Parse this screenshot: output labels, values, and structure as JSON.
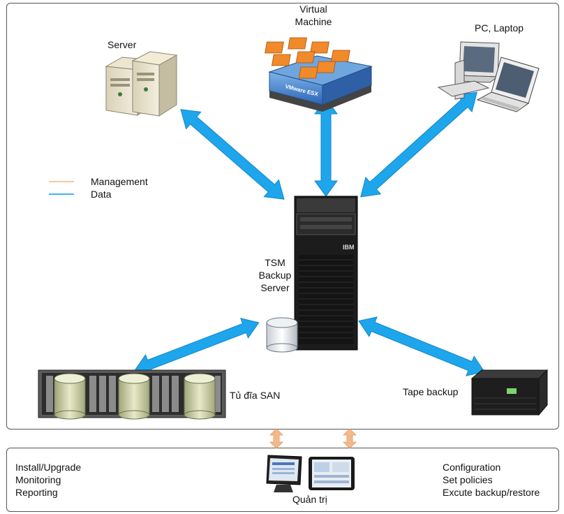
{
  "labels": {
    "virtual_machine": [
      "Virtual",
      "Machine"
    ],
    "server": "Server",
    "pc_laptop": "PC, Laptop",
    "tsm": [
      "TSM",
      "Backup",
      "Server"
    ],
    "san": "Tủ đĩa SAN",
    "tape": "Tape backup",
    "admin": "Quản trị"
  },
  "legend": [
    {
      "label": "Management",
      "color": "#f5c9a0"
    },
    {
      "label": "Data",
      "color": "#3fb6ee"
    }
  ],
  "left_list": [
    "Install/Upgrade",
    "Monitoring",
    "Reporting"
  ],
  "right_list": [
    "Configuration",
    "Set policies",
    "Excute backup/restore"
  ],
  "colors": {
    "data_arrow": "#1ea6ec",
    "management_arrow": "#f3b98a",
    "border": "#555555"
  },
  "icons": {
    "vmware_text": "VMware ESX",
    "ibm_logo": "IBM"
  }
}
